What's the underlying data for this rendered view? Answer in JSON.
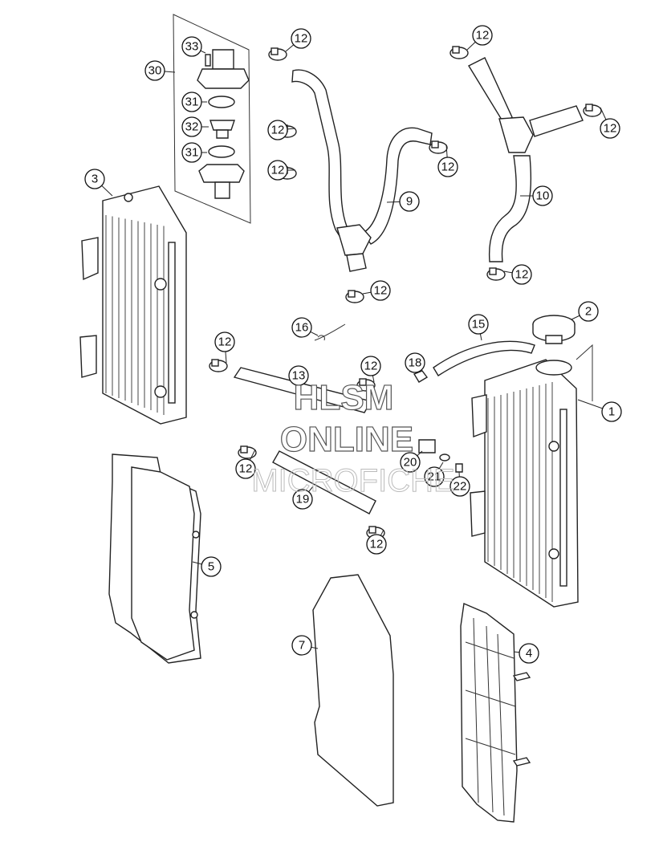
{
  "diagram": {
    "parts": [
      {
        "key": "p1",
        "label": "1"
      },
      {
        "key": "p2",
        "label": "2"
      },
      {
        "key": "p3",
        "label": "3"
      },
      {
        "key": "p4",
        "label": "4"
      },
      {
        "key": "p5",
        "label": "5"
      },
      {
        "key": "p7",
        "label": "7"
      },
      {
        "key": "p9",
        "label": "9"
      },
      {
        "key": "p10",
        "label": "10"
      },
      {
        "key": "p12",
        "label": "12"
      },
      {
        "key": "p13",
        "label": "13"
      },
      {
        "key": "p15",
        "label": "15"
      },
      {
        "key": "p16",
        "label": "16"
      },
      {
        "key": "p18",
        "label": "18"
      },
      {
        "key": "p19",
        "label": "19"
      },
      {
        "key": "p20",
        "label": "20"
      },
      {
        "key": "p21",
        "label": "21"
      },
      {
        "key": "p22",
        "label": "22"
      },
      {
        "key": "p30",
        "label": "30"
      },
      {
        "key": "p31",
        "label": "31"
      },
      {
        "key": "p32",
        "label": "32"
      },
      {
        "key": "p33",
        "label": "33"
      }
    ]
  },
  "watermark": {
    "line1": "HLSM",
    "line2": "ONLINE",
    "line3": "MICROFICHE"
  }
}
